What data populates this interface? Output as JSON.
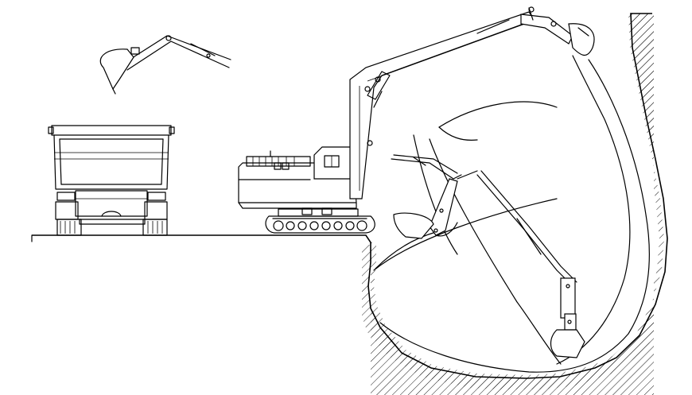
{
  "colors": {
    "background": "#ffffff",
    "line": "#000000"
  },
  "drawing": {
    "components": [
      {
        "id": "dump-truck",
        "label": ""
      },
      {
        "id": "hydraulic-excavator",
        "label": ""
      },
      {
        "id": "excavator-attachment-positions",
        "count": 4
      },
      {
        "id": "bench-ground",
        "label": ""
      },
      {
        "id": "pit-hatched-rock",
        "label": ""
      },
      {
        "id": "digging-envelope-arcs",
        "label": ""
      }
    ]
  }
}
